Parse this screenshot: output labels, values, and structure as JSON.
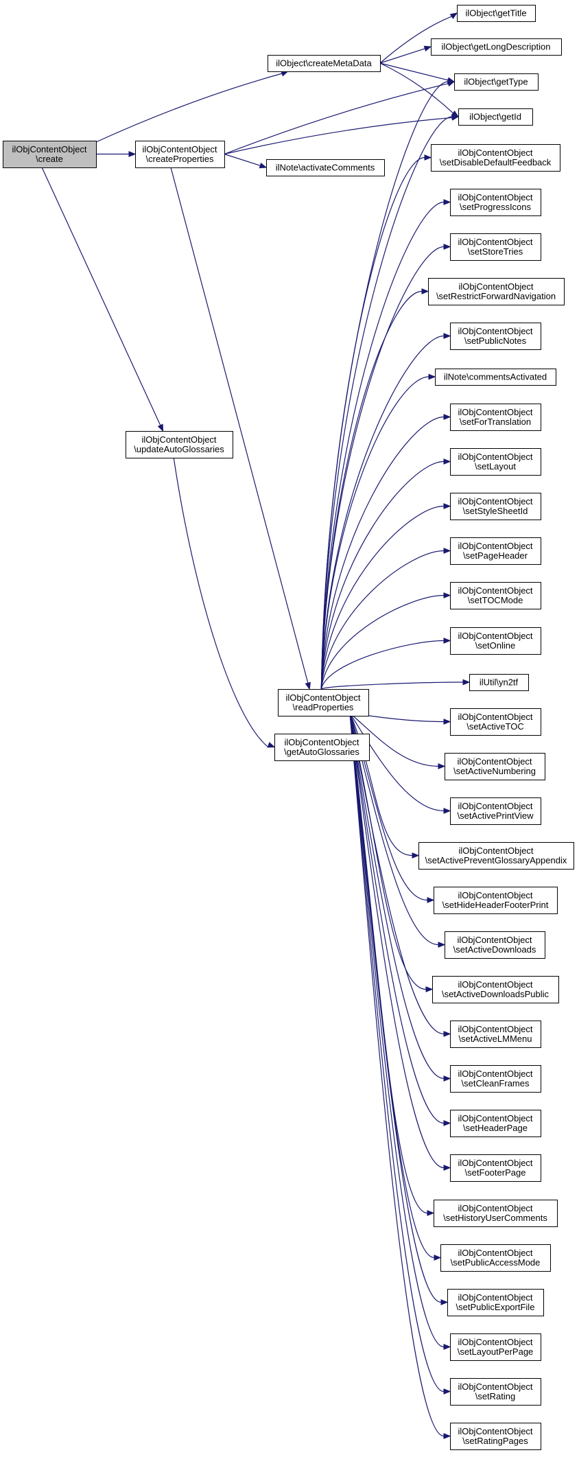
{
  "graph": {
    "colors": {
      "edge": "#191970",
      "root_fill": "#bfbfbf",
      "node_fill": "#ffffff",
      "node_stroke": "#000000"
    },
    "nodes": [
      {
        "id": "create",
        "lines": [
          "ilObjContentObject",
          "\\create"
        ],
        "root": true
      },
      {
        "id": "createMetaData",
        "lines": [
          "ilObject\\createMetaData"
        ]
      },
      {
        "id": "createProperties",
        "lines": [
          "ilObjContentObject",
          "\\createProperties"
        ]
      },
      {
        "id": "updateAutoGlossaries",
        "lines": [
          "ilObjContentObject",
          "\\updateAutoGlossaries"
        ]
      },
      {
        "id": "getTitle",
        "lines": [
          "ilObject\\getTitle"
        ]
      },
      {
        "id": "getLongDescription",
        "lines": [
          "ilObject\\getLongDescription"
        ]
      },
      {
        "id": "getType",
        "lines": [
          "ilObject\\getType"
        ]
      },
      {
        "id": "getId",
        "lines": [
          "ilObject\\getId"
        ]
      },
      {
        "id": "activateComments",
        "lines": [
          "ilNote\\activateComments"
        ]
      },
      {
        "id": "readProperties",
        "lines": [
          "ilObjContentObject",
          "\\readProperties"
        ]
      },
      {
        "id": "getAutoGlossaries",
        "lines": [
          "ilObjContentObject",
          "\\getAutoGlossaries"
        ]
      },
      {
        "id": "setDisableDefaultFeedback",
        "lines": [
          "ilObjContentObject",
          "\\setDisableDefaultFeedback"
        ]
      },
      {
        "id": "setProgressIcons",
        "lines": [
          "ilObjContentObject",
          "\\setProgressIcons"
        ]
      },
      {
        "id": "setStoreTries",
        "lines": [
          "ilObjContentObject",
          "\\setStoreTries"
        ]
      },
      {
        "id": "setRestrictForwardNavigation",
        "lines": [
          "ilObjContentObject",
          "\\setRestrictForwardNavigation"
        ]
      },
      {
        "id": "setPublicNotes",
        "lines": [
          "ilObjContentObject",
          "\\setPublicNotes"
        ]
      },
      {
        "id": "commentsActivated",
        "lines": [
          "ilNote\\commentsActivated"
        ]
      },
      {
        "id": "setForTranslation",
        "lines": [
          "ilObjContentObject",
          "\\setForTranslation"
        ]
      },
      {
        "id": "setLayout",
        "lines": [
          "ilObjContentObject",
          "\\setLayout"
        ]
      },
      {
        "id": "setStyleSheetId",
        "lines": [
          "ilObjContentObject",
          "\\setStyleSheetId"
        ]
      },
      {
        "id": "setPageHeader",
        "lines": [
          "ilObjContentObject",
          "\\setPageHeader"
        ]
      },
      {
        "id": "setTOCMode",
        "lines": [
          "ilObjContentObject",
          "\\setTOCMode"
        ]
      },
      {
        "id": "setOnline",
        "lines": [
          "ilObjContentObject",
          "\\setOnline"
        ]
      },
      {
        "id": "yn2tf",
        "lines": [
          "ilUtil\\yn2tf"
        ]
      },
      {
        "id": "setActiveTOC",
        "lines": [
          "ilObjContentObject",
          "\\setActiveTOC"
        ]
      },
      {
        "id": "setActiveNumbering",
        "lines": [
          "ilObjContentObject",
          "\\setActiveNumbering"
        ]
      },
      {
        "id": "setActivePrintView",
        "lines": [
          "ilObjContentObject",
          "\\setActivePrintView"
        ]
      },
      {
        "id": "setActivePreventGlossaryAppendix",
        "lines": [
          "ilObjContentObject",
          "\\setActivePreventGlossaryAppendix"
        ]
      },
      {
        "id": "setHideHeaderFooterPrint",
        "lines": [
          "ilObjContentObject",
          "\\setHideHeaderFooterPrint"
        ]
      },
      {
        "id": "setActiveDownloads",
        "lines": [
          "ilObjContentObject",
          "\\setActiveDownloads"
        ]
      },
      {
        "id": "setActiveDownloadsPublic",
        "lines": [
          "ilObjContentObject",
          "\\setActiveDownloadsPublic"
        ]
      },
      {
        "id": "setActiveLMMenu",
        "lines": [
          "ilObjContentObject",
          "\\setActiveLMMenu"
        ]
      },
      {
        "id": "setCleanFrames",
        "lines": [
          "ilObjContentObject",
          "\\setCleanFrames"
        ]
      },
      {
        "id": "setHeaderPage",
        "lines": [
          "ilObjContentObject",
          "\\setHeaderPage"
        ]
      },
      {
        "id": "setFooterPage",
        "lines": [
          "ilObjContentObject",
          "\\setFooterPage"
        ]
      },
      {
        "id": "setHistoryUserComments",
        "lines": [
          "ilObjContentObject",
          "\\setHistoryUserComments"
        ]
      },
      {
        "id": "setPublicAccessMode",
        "lines": [
          "ilObjContentObject",
          "\\setPublicAccessMode"
        ]
      },
      {
        "id": "setPublicExportFile",
        "lines": [
          "ilObjContentObject",
          "\\setPublicExportFile"
        ]
      },
      {
        "id": "setLayoutPerPage",
        "lines": [
          "ilObjContentObject",
          "\\setLayoutPerPage"
        ]
      },
      {
        "id": "setRating",
        "lines": [
          "ilObjContentObject",
          "\\setRating"
        ]
      },
      {
        "id": "setRatingPages",
        "lines": [
          "ilObjContentObject",
          "\\setRatingPages"
        ]
      }
    ],
    "edges": [
      [
        "create",
        "createMetaData"
      ],
      [
        "create",
        "createProperties"
      ],
      [
        "create",
        "updateAutoGlossaries"
      ],
      [
        "createMetaData",
        "getTitle"
      ],
      [
        "createMetaData",
        "getLongDescription"
      ],
      [
        "createMetaData",
        "getType"
      ],
      [
        "createMetaData",
        "getId"
      ],
      [
        "createProperties",
        "getType"
      ],
      [
        "createProperties",
        "getId"
      ],
      [
        "createProperties",
        "activateComments"
      ],
      [
        "createProperties",
        "readProperties"
      ],
      [
        "updateAutoGlossaries",
        "getAutoGlossaries"
      ],
      [
        "readProperties",
        "getType"
      ],
      [
        "readProperties",
        "getId"
      ],
      [
        "readProperties",
        "setDisableDefaultFeedback"
      ],
      [
        "readProperties",
        "setProgressIcons"
      ],
      [
        "readProperties",
        "setStoreTries"
      ],
      [
        "readProperties",
        "setRestrictForwardNavigation"
      ],
      [
        "readProperties",
        "setPublicNotes"
      ],
      [
        "readProperties",
        "commentsActivated"
      ],
      [
        "readProperties",
        "setForTranslation"
      ],
      [
        "readProperties",
        "setLayout"
      ],
      [
        "readProperties",
        "setStyleSheetId"
      ],
      [
        "readProperties",
        "setPageHeader"
      ],
      [
        "readProperties",
        "setTOCMode"
      ],
      [
        "readProperties",
        "setOnline"
      ],
      [
        "readProperties",
        "yn2tf"
      ],
      [
        "readProperties",
        "setActiveTOC"
      ],
      [
        "readProperties",
        "setActiveNumbering"
      ],
      [
        "readProperties",
        "setActivePrintView"
      ],
      [
        "readProperties",
        "setActivePreventGlossaryAppendix"
      ],
      [
        "readProperties",
        "setHideHeaderFooterPrint"
      ],
      [
        "readProperties",
        "setActiveDownloads"
      ],
      [
        "readProperties",
        "setActiveDownloadsPublic"
      ],
      [
        "readProperties",
        "setActiveLMMenu"
      ],
      [
        "readProperties",
        "setCleanFrames"
      ],
      [
        "readProperties",
        "setHeaderPage"
      ],
      [
        "readProperties",
        "setFooterPage"
      ],
      [
        "readProperties",
        "setHistoryUserComments"
      ],
      [
        "readProperties",
        "setPublicAccessMode"
      ],
      [
        "readProperties",
        "setPublicExportFile"
      ],
      [
        "readProperties",
        "setLayoutPerPage"
      ],
      [
        "readProperties",
        "setRating"
      ],
      [
        "readProperties",
        "setRatingPages"
      ]
    ]
  }
}
